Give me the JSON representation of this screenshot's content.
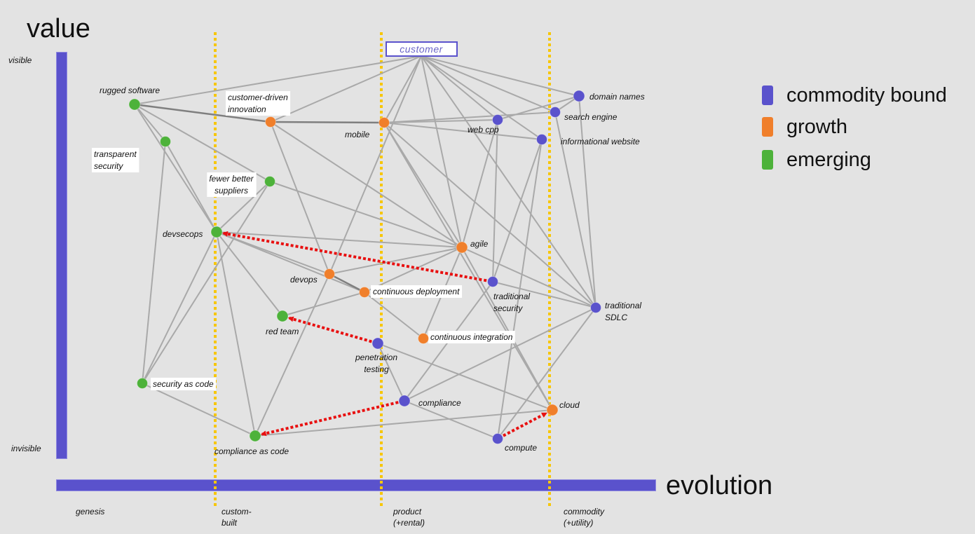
{
  "axes": {
    "value_title": "value",
    "evolution_title": "evolution",
    "visible_label": "visible",
    "invisible_label": "invisible"
  },
  "stages": [
    {
      "id": "genesis",
      "lines": [
        "genesis"
      ]
    },
    {
      "id": "custom",
      "lines": [
        "custom-",
        "built"
      ]
    },
    {
      "id": "product",
      "lines": [
        "product",
        "(+rental)"
      ]
    },
    {
      "id": "commodity",
      "lines": [
        "commodity",
        "(+utility)"
      ]
    }
  ],
  "legend": [
    {
      "id": "commodity-bound",
      "label": "commodity bound",
      "color": "#5a52cc"
    },
    {
      "id": "growth",
      "label": "growth",
      "color": "#f07f2b"
    },
    {
      "id": "emerging",
      "label": "emerging",
      "color": "#4db23a"
    }
  ],
  "colors": {
    "edge": "#a9a9a9",
    "edge_strong": "#7f7f7f",
    "stage_line": "#f7c600",
    "movement": "#e81010"
  },
  "customer": {
    "label": "customer"
  },
  "nodes": [
    {
      "id": "rugged-software",
      "lines": [
        "rugged software"
      ],
      "category": "emerging"
    },
    {
      "id": "customer-driven-innovation",
      "lines": [
        "customer-driven",
        "innovation"
      ],
      "category": "growth"
    },
    {
      "id": "mobile",
      "lines": [
        "mobile"
      ],
      "category": "growth"
    },
    {
      "id": "web-cpp",
      "lines": [
        "web cpp"
      ],
      "category": "commodity-bound"
    },
    {
      "id": "search-engine",
      "lines": [
        "search engine"
      ],
      "category": "commodity-bound"
    },
    {
      "id": "domain-names",
      "lines": [
        "domain names"
      ],
      "category": "commodity-bound"
    },
    {
      "id": "informational-website",
      "lines": [
        "informational website"
      ],
      "category": "commodity-bound"
    },
    {
      "id": "transparent-security",
      "lines": [
        "transparent",
        "security"
      ],
      "category": "emerging"
    },
    {
      "id": "fewer-better-suppliers",
      "lines": [
        "fewer better",
        "suppliers"
      ],
      "category": "emerging"
    },
    {
      "id": "devsecops",
      "lines": [
        "devsecops"
      ],
      "category": "emerging"
    },
    {
      "id": "agile",
      "lines": [
        "agile"
      ],
      "category": "growth"
    },
    {
      "id": "devops",
      "lines": [
        "devops"
      ],
      "category": "growth"
    },
    {
      "id": "continuous-deployment",
      "lines": [
        "continuous deployment"
      ],
      "category": "growth"
    },
    {
      "id": "traditional-security",
      "lines": [
        "traditional",
        "security"
      ],
      "category": "commodity-bound"
    },
    {
      "id": "traditional-sdlc",
      "lines": [
        "traditional",
        "SDLC"
      ],
      "category": "commodity-bound"
    },
    {
      "id": "red-team",
      "lines": [
        "red team"
      ],
      "category": "emerging"
    },
    {
      "id": "penetration-testing",
      "lines": [
        "penetration",
        "testing"
      ],
      "category": "commodity-bound"
    },
    {
      "id": "continuous-integration",
      "lines": [
        "continuous integration"
      ],
      "category": "growth"
    },
    {
      "id": "security-as-code",
      "lines": [
        "security as code"
      ],
      "category": "emerging"
    },
    {
      "id": "compliance",
      "lines": [
        "compliance"
      ],
      "category": "commodity-bound"
    },
    {
      "id": "cloud",
      "lines": [
        "cloud"
      ],
      "category": "growth"
    },
    {
      "id": "compliance-as-code",
      "lines": [
        "compliance as code"
      ],
      "category": "emerging"
    },
    {
      "id": "compute",
      "lines": [
        "compute"
      ],
      "category": "commodity-bound"
    }
  ],
  "edges": [
    [
      "customer",
      "rugged-software"
    ],
    [
      "customer",
      "customer-driven-innovation"
    ],
    [
      "customer",
      "mobile"
    ],
    [
      "customer",
      "web-cpp"
    ],
    [
      "customer",
      "search-engine"
    ],
    [
      "customer",
      "domain-names"
    ],
    [
      "customer",
      "informational-website"
    ],
    [
      "customer",
      "devops"
    ],
    [
      "customer",
      "agile"
    ],
    [
      "customer",
      "traditional-sdlc"
    ],
    [
      "rugged-software",
      "customer-driven-innovation"
    ],
    [
      "customer-driven-innovation",
      "mobile"
    ],
    [
      "rugged-software",
      "transparent-security"
    ],
    [
      "rugged-software",
      "fewer-better-suppliers"
    ],
    [
      "rugged-software",
      "devsecops"
    ],
    [
      "transparent-security",
      "devsecops"
    ],
    [
      "transparent-security",
      "security-as-code"
    ],
    [
      "fewer-better-suppliers",
      "agile"
    ],
    [
      "fewer-better-suppliers",
      "devsecops"
    ],
    [
      "fewer-better-suppliers",
      "security-as-code"
    ],
    [
      "customer-driven-innovation",
      "agile"
    ],
    [
      "customer-driven-innovation",
      "devops"
    ],
    [
      "mobile",
      "web-cpp"
    ],
    [
      "mobile",
      "search-engine"
    ],
    [
      "mobile",
      "informational-website"
    ],
    [
      "mobile",
      "agile"
    ],
    [
      "mobile",
      "traditional-sdlc"
    ],
    [
      "mobile",
      "cloud"
    ],
    [
      "search-engine",
      "domain-names"
    ],
    [
      "web-cpp",
      "domain-names"
    ],
    [
      "web-cpp",
      "agile"
    ],
    [
      "web-cpp",
      "traditional-security"
    ],
    [
      "search-engine",
      "traditional-sdlc"
    ],
    [
      "domain-names",
      "traditional-sdlc"
    ],
    [
      "informational-website",
      "traditional-security"
    ],
    [
      "informational-website",
      "compute"
    ],
    [
      "devsecops",
      "agile"
    ],
    [
      "devsecops",
      "red-team"
    ],
    [
      "devsecops",
      "devops"
    ],
    [
      "devsecops",
      "compliance-as-code"
    ],
    [
      "devsecops",
      "security-as-code"
    ],
    [
      "devsecops",
      "continuous-deployment"
    ],
    [
      "devops",
      "continuous-deployment"
    ],
    [
      "devops",
      "agile"
    ],
    [
      "devops",
      "compliance-as-code"
    ],
    [
      "continuous-deployment",
      "agile"
    ],
    [
      "continuous-deployment",
      "red-team"
    ],
    [
      "continuous-deployment",
      "continuous-integration"
    ],
    [
      "agile",
      "continuous-integration"
    ],
    [
      "agile",
      "traditional-sdlc"
    ],
    [
      "agile",
      "cloud"
    ],
    [
      "traditional-security",
      "compliance"
    ],
    [
      "traditional-security",
      "traditional-sdlc"
    ],
    [
      "traditional-sdlc",
      "compliance"
    ],
    [
      "traditional-sdlc",
      "compute"
    ],
    [
      "compliance",
      "compute"
    ],
    [
      "penetration-testing",
      "compliance"
    ],
    [
      "penetration-testing",
      "cloud"
    ],
    [
      "security-as-code",
      "compliance-as-code"
    ],
    [
      "compliance-as-code",
      "cloud"
    ]
  ],
  "strong_edges": [
    [
      "rugged-software",
      "customer-driven-innovation"
    ],
    [
      "customer-driven-innovation",
      "mobile"
    ],
    [
      "devops",
      "continuous-deployment"
    ]
  ],
  "movements": [
    [
      "traditional-security",
      "devsecops"
    ],
    [
      "penetration-testing",
      "red-team"
    ],
    [
      "compliance",
      "compliance-as-code"
    ],
    [
      "compute",
      "cloud"
    ]
  ]
}
